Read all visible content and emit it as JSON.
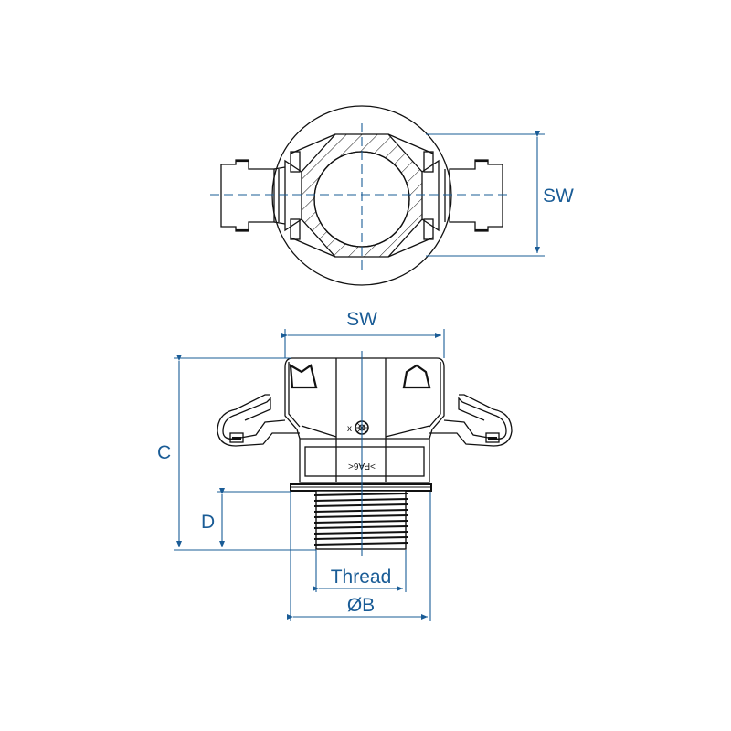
{
  "diagram": {
    "subject": "Cable gland / fitting technical drawing",
    "views": [
      "top sectional view",
      "side elevation view"
    ],
    "colors": {
      "outline": "#111111",
      "dimension": "#1a5c96",
      "background": "#ffffff"
    }
  },
  "top_view": {
    "dimension_sw": "SW"
  },
  "side_view": {
    "dimension_sw": "SW",
    "dimension_c": "C",
    "dimension_d": "D",
    "dimension_thread": "Thread",
    "dimension_ob": "ØB",
    "material_mark": ">PA6<",
    "mark_x": "x"
  }
}
